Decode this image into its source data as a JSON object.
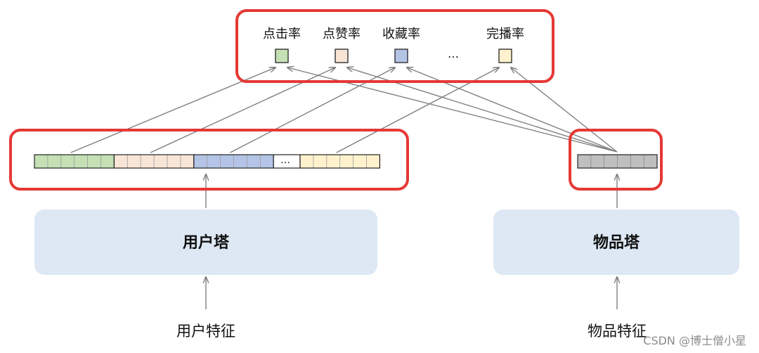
{
  "metrics": [
    {
      "label": "点击率",
      "color": "#c5e0b4"
    },
    {
      "label": "点赞率",
      "color": "#f8e5d6"
    },
    {
      "label": "收藏率",
      "color": "#b4c4e6"
    },
    {
      "label": "完播率",
      "color": "#fff2cc"
    }
  ],
  "metrics_ellipsis": "…",
  "user_vector_ellipsis": "…",
  "user_tower": {
    "label": "用户塔"
  },
  "item_tower": {
    "label": "物品塔"
  },
  "user_features": {
    "label": "用户特征"
  },
  "item_features": {
    "label": "物品特征"
  },
  "watermark": "CSDN @博士僧小星",
  "colors": {
    "highlight_border": "#e53935",
    "tower_fill": "#dde8f4",
    "item_vector_fill": "#bfbfbf",
    "arrow": "#7f7f7f"
  }
}
